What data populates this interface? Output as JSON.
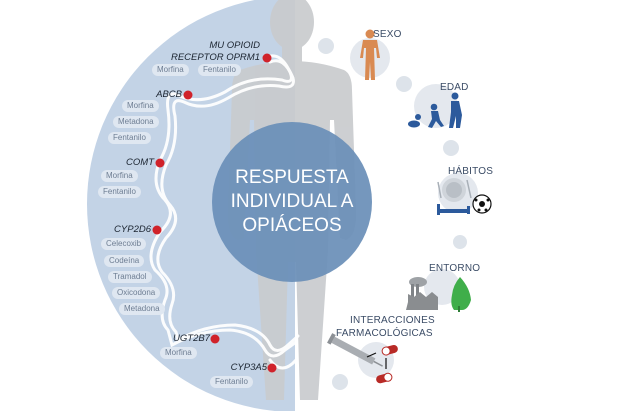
{
  "center": {
    "line1": "RESPUESTA",
    "line2": "INDIVIDUAL A",
    "line3": "OPIÁCEOS"
  },
  "genes": [
    {
      "name_line1": "MU OPIOID",
      "name_line2": "RECEPTOR OPRM1",
      "drugs": [
        "Morfina",
        "Fentanilo"
      ]
    },
    {
      "name": "ABCB",
      "drugs": [
        "Morfina",
        "Metadona",
        "Fentanilo"
      ]
    },
    {
      "name": "COMT",
      "drugs": [
        "Morfina",
        "Fentanilo"
      ]
    },
    {
      "name": "CYP2D6",
      "drugs": [
        "Celecoxib",
        "Codeína",
        "Tramadol",
        "Oxicodona",
        "Metadona"
      ]
    },
    {
      "name": "UGT2B7",
      "drugs": [
        "Morfina"
      ]
    },
    {
      "name": "CYP3A5",
      "drugs": [
        "Fentanilo"
      ]
    }
  ],
  "factors": [
    {
      "label": "SEXO",
      "icon": "person-icon"
    },
    {
      "label": "EDAD",
      "icon": "age-progression-icon"
    },
    {
      "label": "HÁBITOS",
      "icon": "plate-bed-ball-icon"
    },
    {
      "label": "ENTORNO",
      "icon": "factory-tree-icon"
    },
    {
      "label_line1": "INTERACCIONES",
      "label_line2": "FARMACOLÓGICAS",
      "icon": "syringe-pills-icon"
    }
  ],
  "colors": {
    "half_circle": "#c3d3e6",
    "center_circle": "#6b8fb8",
    "silhouette": "#c9cbce",
    "gene_dot": "#d0222a",
    "dna_strand": "#ffffff",
    "factor_circle": "#e4e8ee",
    "sexo_figure": "#d98a52",
    "edad_figure": "#2c5a9c",
    "tree": "#3fae4a",
    "factory": "#8a8d90",
    "pill": "#b82a26"
  }
}
